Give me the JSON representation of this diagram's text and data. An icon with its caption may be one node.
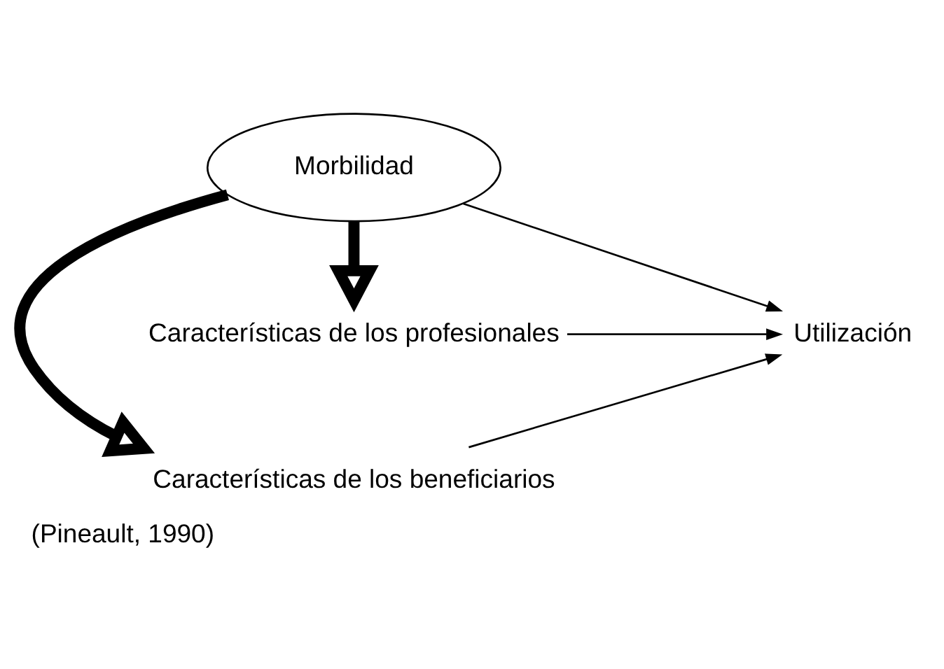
{
  "diagram": {
    "caption": "(Pineault, 1990)",
    "nodes": [
      {
        "text": [
          "Características de los beneficiarios"
        ]
      },
      {
        "text": [
          "Morbilidad"
        ]
      },
      {
        "text": [
          "Características de los profesionales"
        ]
      },
      {
        "text": [
          "Utilización"
        ]
      }
    ],
    "edges": [
      {
        "from": 1,
        "to": 0,
        "arrow": "to",
        "style": "thick"
      },
      {
        "from": 1,
        "to": 2,
        "arrow": "to",
        "style": "thick"
      },
      {
        "from": 0,
        "to": 3,
        "arrow": "to"
      },
      {
        "from": 1,
        "to": 3,
        "arrow": "to"
      },
      {
        "from": 2,
        "to": 3,
        "arrow": "to"
      }
    ]
  }
}
